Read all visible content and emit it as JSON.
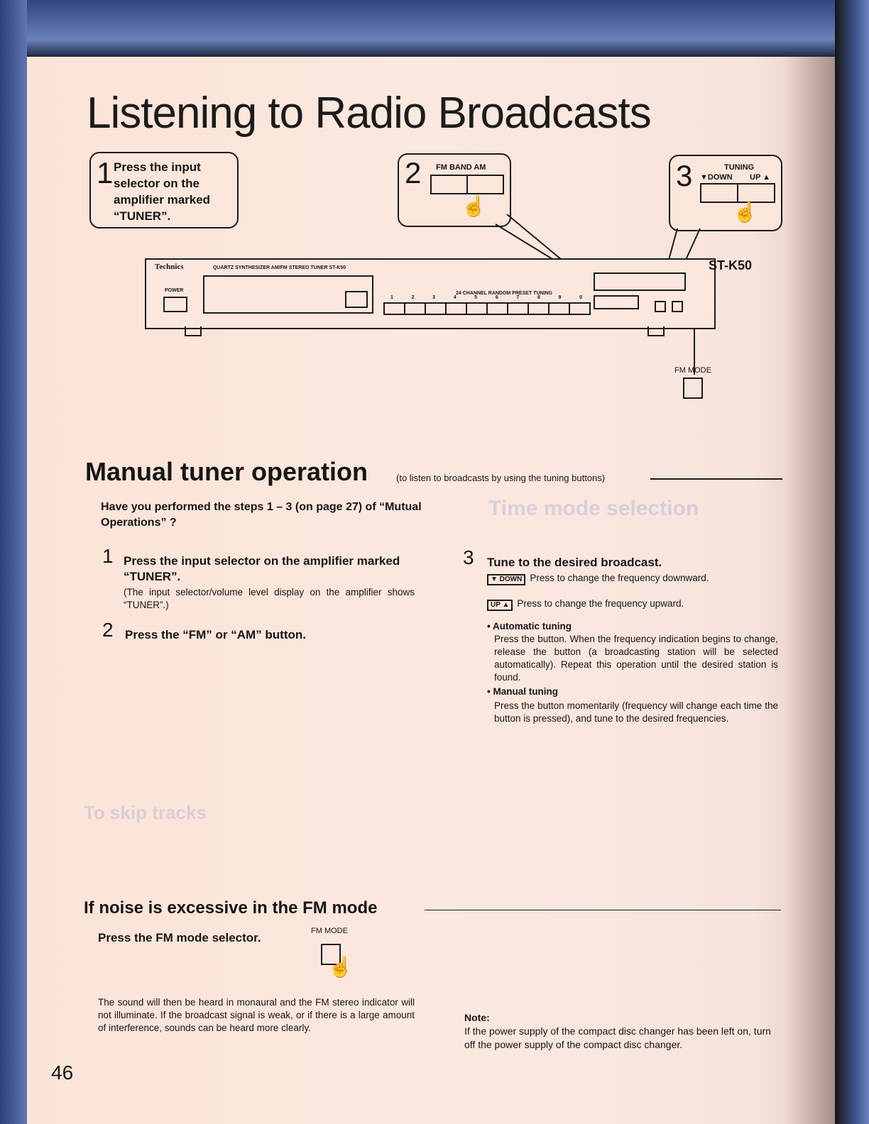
{
  "page": {
    "title": "Listening to Radio Broadcasts",
    "page_number": "46"
  },
  "diagram": {
    "step1": {
      "number": "1",
      "text": "Press the input selector on the amplifier marked “TUNER”."
    },
    "step2": {
      "number": "2",
      "label": "FM BAND AM"
    },
    "step3": {
      "number": "3",
      "label_top": "TUNING",
      "label_down": "▼DOWN",
      "label_up": "UP ▲"
    },
    "tuner": {
      "brand": "Technics",
      "description": "QUARTZ SYNTHESIZER AM/FM STEREO TUNER  ST-K50",
      "power_label": "POWER",
      "preset_label": "24 CHANNEL RANDOM PRESET TUNING",
      "preset_numbers": [
        "1",
        "2",
        "3",
        "4",
        "5",
        "6",
        "7",
        "8",
        "9",
        "0"
      ],
      "model": "ST-K50",
      "fm_mode_label": "FM MODE"
    }
  },
  "manual": {
    "heading": "Manual tuner operation",
    "subheading": "(to listen to broadcasts by using the tuning buttons)",
    "question": "Have you performed the steps 1 – 3 (on page 27) of “Mutual Operations” ?",
    "step1": {
      "number": "1",
      "heading": "Press the input selector on the amplifier marked “TUNER”.",
      "body": "(The input selector/volume level display on the amplifier shows “TUNER”.)"
    },
    "step2": {
      "number": "2",
      "heading": "Press the “FM” or “AM” button."
    },
    "step3": {
      "number": "3",
      "heading": "Tune to the desired broadcast.",
      "down_key": "▼ DOWN",
      "down_text": "Press to change the frequency downward.",
      "up_key": "UP ▲",
      "up_text": "Press to change the frequency upward.",
      "auto_heading": "• Automatic tuning",
      "auto_body": "Press the button. When the frequency indication begins to change, release the button (a broadcasting station will be selected automatically). Repeat this operation until the desired station is found.",
      "manual_heading": "• Manual tuning",
      "manual_body": "Press the button momentarily (frequency will change each time the button is pressed), and tune to the desired frequencies."
    }
  },
  "noise": {
    "heading": "If noise is excessive in the FM mode",
    "step": "Press the FM mode selector.",
    "fm_mode_label": "FM MODE",
    "body": "The sound will then be heard in monaural and the FM stereo indicator will not illuminate. If the broadcast signal is weak, or if there is a large amount of interference, sounds can be heard more clearly."
  },
  "note": {
    "heading": "Note:",
    "body": "If the power supply of the compact disc changer has been left on, turn off the power supply of the compact disc changer."
  }
}
